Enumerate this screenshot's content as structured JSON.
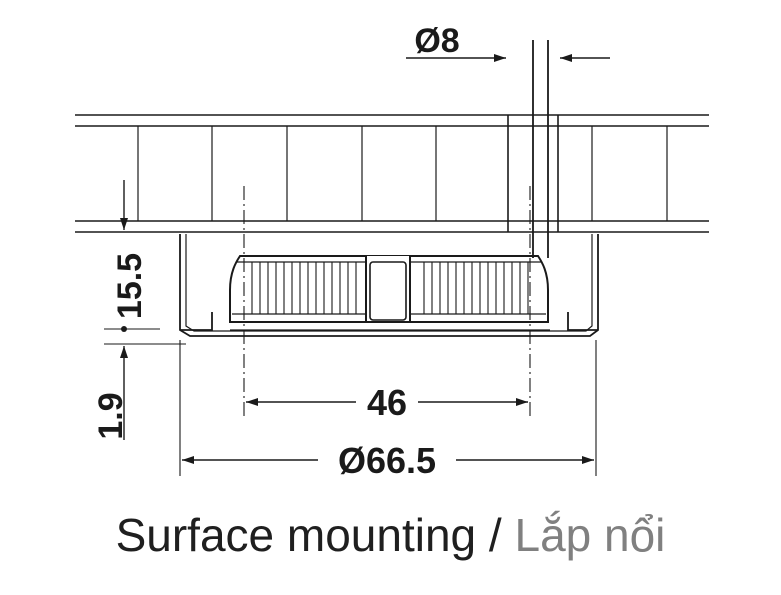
{
  "dimensions": {
    "cable_diameter": "Ø8",
    "cutout_depth": "15.5",
    "flange_height": "1.9",
    "inner_width": "46",
    "outer_diameter": "Ø66.5"
  },
  "caption": {
    "english": "Surface mounting",
    "separator": " / ",
    "vietnamese": "Lắp nổi"
  },
  "colors": {
    "line": "#1a1a1a",
    "caption_primary": "#1f1f1f",
    "caption_secondary": "#808080"
  }
}
